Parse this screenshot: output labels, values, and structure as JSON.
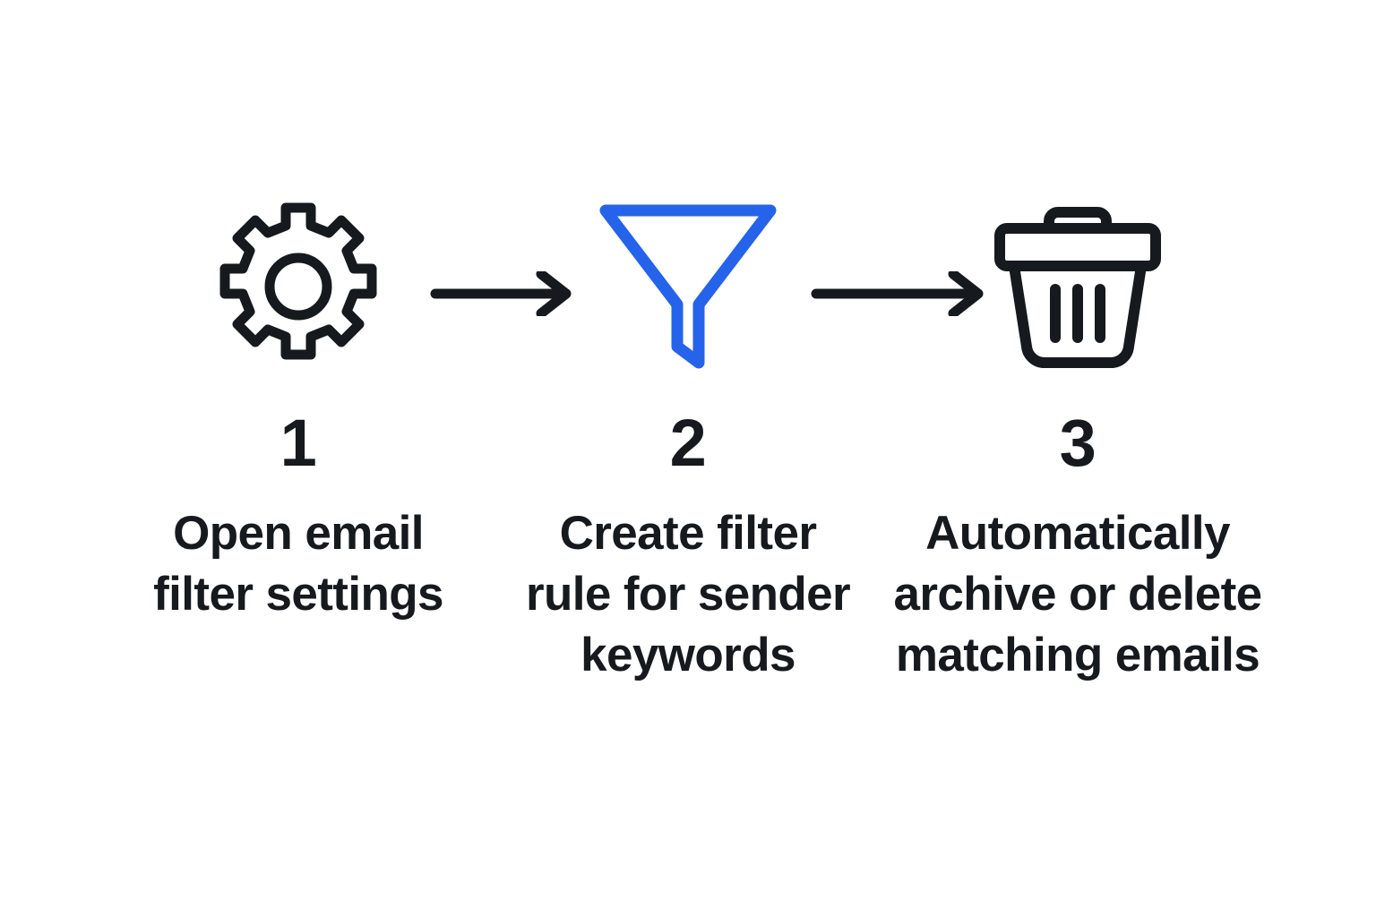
{
  "page": {
    "title": "Email filter setup — 3 step flow",
    "background_color": "#ffffff",
    "text_color": "#16191d",
    "accent_color": "#2563eb"
  },
  "steps": [
    {
      "number": "1",
      "icon": "gear-icon",
      "icon_color": "#16191d",
      "caption": "Open email filter settings",
      "caption_lines": [
        "Open email",
        "filter settings"
      ]
    },
    {
      "number": "2",
      "icon": "funnel-icon",
      "icon_color": "#2563eb",
      "caption": "Create filter rule for sender keywords",
      "caption_lines": [
        "Create filter",
        "rule for sender",
        "keywords"
      ]
    },
    {
      "number": "3",
      "icon": "trash-icon",
      "icon_color": "#16191d",
      "caption": "Automatically archive or delete matching emails",
      "caption_lines": [
        "Automatically",
        "archive or delete",
        "matching emails"
      ]
    }
  ],
  "connectors": [
    {
      "name": "arrow-right-icon",
      "from": "1",
      "to": "2",
      "color": "#16191d"
    },
    {
      "name": "arrow-right-icon",
      "from": "2",
      "to": "3",
      "color": "#16191d"
    }
  ]
}
